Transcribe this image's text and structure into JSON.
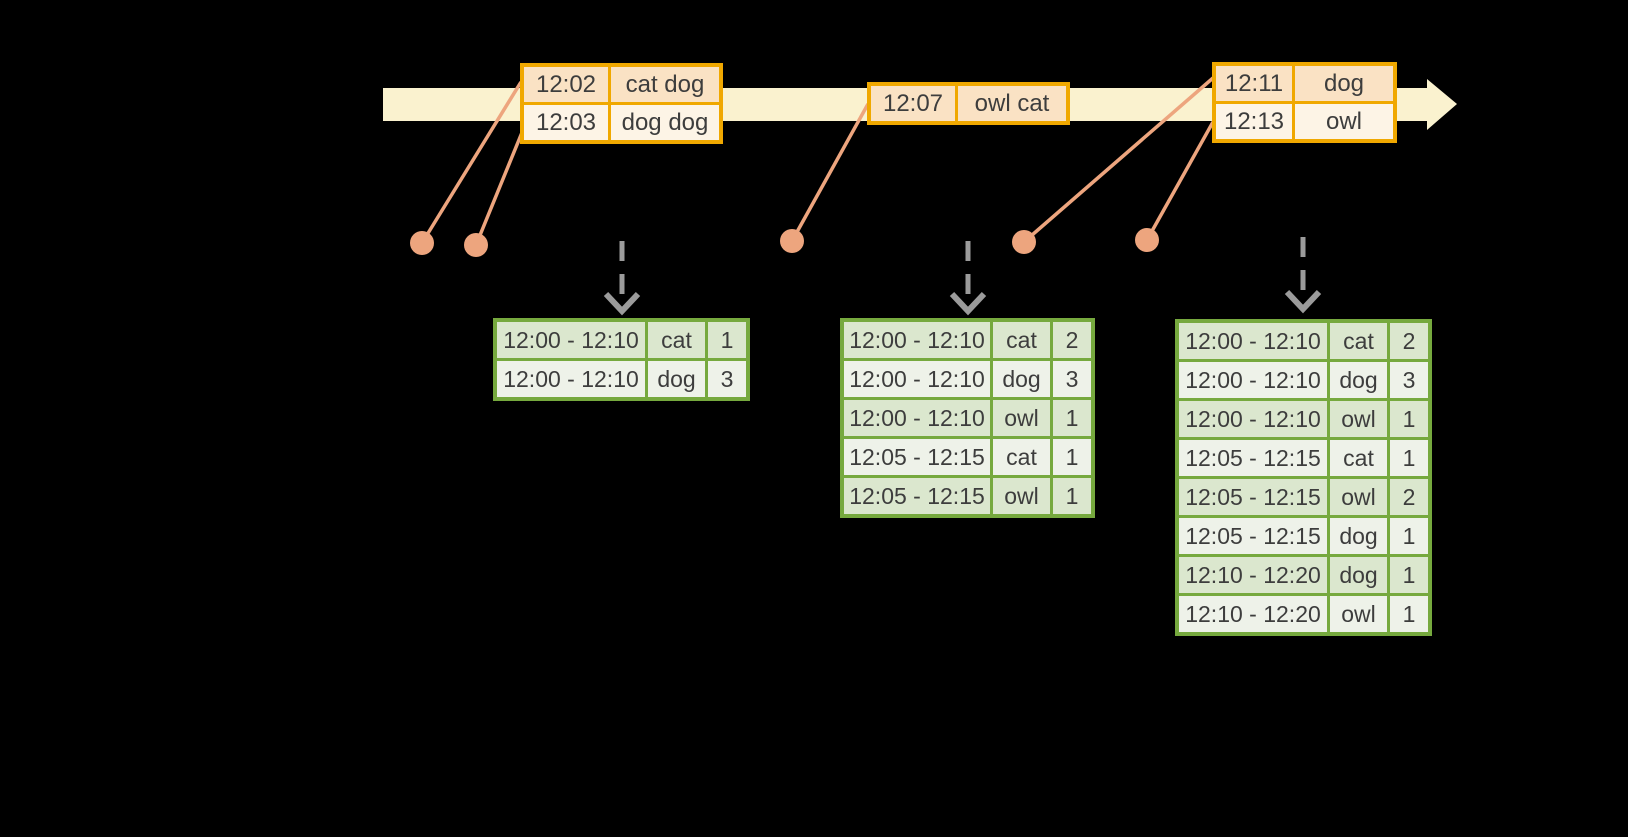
{
  "diagram": {
    "name": "windowed-grouped-aggregation-timeline"
  },
  "colors": {
    "background": "#000000",
    "timeline-fill": "#FAF2CF",
    "event-border": "#F0A800",
    "event-row-dark": "#FAE2C4",
    "event-row-light": "#FDF4E6",
    "record-accent": "#EDA57E",
    "result-border": "#76A93E",
    "result-row-dark": "#DBE7CE",
    "result-row-light": "#EEF2E9",
    "trigger-arrow": "#9B9B9B",
    "text": "#3D3D3D"
  },
  "event_tables": [
    {
      "rows": [
        {
          "time": "12:02",
          "words": "cat dog"
        },
        {
          "time": "12:03",
          "words": "dog dog"
        }
      ]
    },
    {
      "rows": [
        {
          "time": "12:07",
          "words": "owl cat"
        }
      ]
    },
    {
      "rows": [
        {
          "time": "12:11",
          "words": "dog"
        },
        {
          "time": "12:13",
          "words": "owl"
        }
      ]
    }
  ],
  "result_tables": [
    {
      "rows": [
        {
          "window": "12:00 - 12:10",
          "word": "cat",
          "count": "1"
        },
        {
          "window": "12:00 - 12:10",
          "word": "dog",
          "count": "3"
        }
      ]
    },
    {
      "rows": [
        {
          "window": "12:00 - 12:10",
          "word": "cat",
          "count": "2"
        },
        {
          "window": "12:00 - 12:10",
          "word": "dog",
          "count": "3"
        },
        {
          "window": "12:00 - 12:10",
          "word": "owl",
          "count": "1"
        },
        {
          "window": "12:05 - 12:15",
          "word": "cat",
          "count": "1"
        },
        {
          "window": "12:05 - 12:15",
          "word": "owl",
          "count": "1"
        }
      ]
    },
    {
      "rows": [
        {
          "window": "12:00 - 12:10",
          "word": "cat",
          "count": "2"
        },
        {
          "window": "12:00 - 12:10",
          "word": "dog",
          "count": "3"
        },
        {
          "window": "12:00 - 12:10",
          "word": "owl",
          "count": "1"
        },
        {
          "window": "12:05 - 12:15",
          "word": "cat",
          "count": "1"
        },
        {
          "window": "12:05 - 12:15",
          "word": "owl",
          "count": "2"
        },
        {
          "window": "12:05 - 12:15",
          "word": "dog",
          "count": "1"
        },
        {
          "window": "12:10 - 12:20",
          "word": "dog",
          "count": "1"
        },
        {
          "window": "12:10 - 12:20",
          "word": "owl",
          "count": "1"
        }
      ]
    }
  ]
}
